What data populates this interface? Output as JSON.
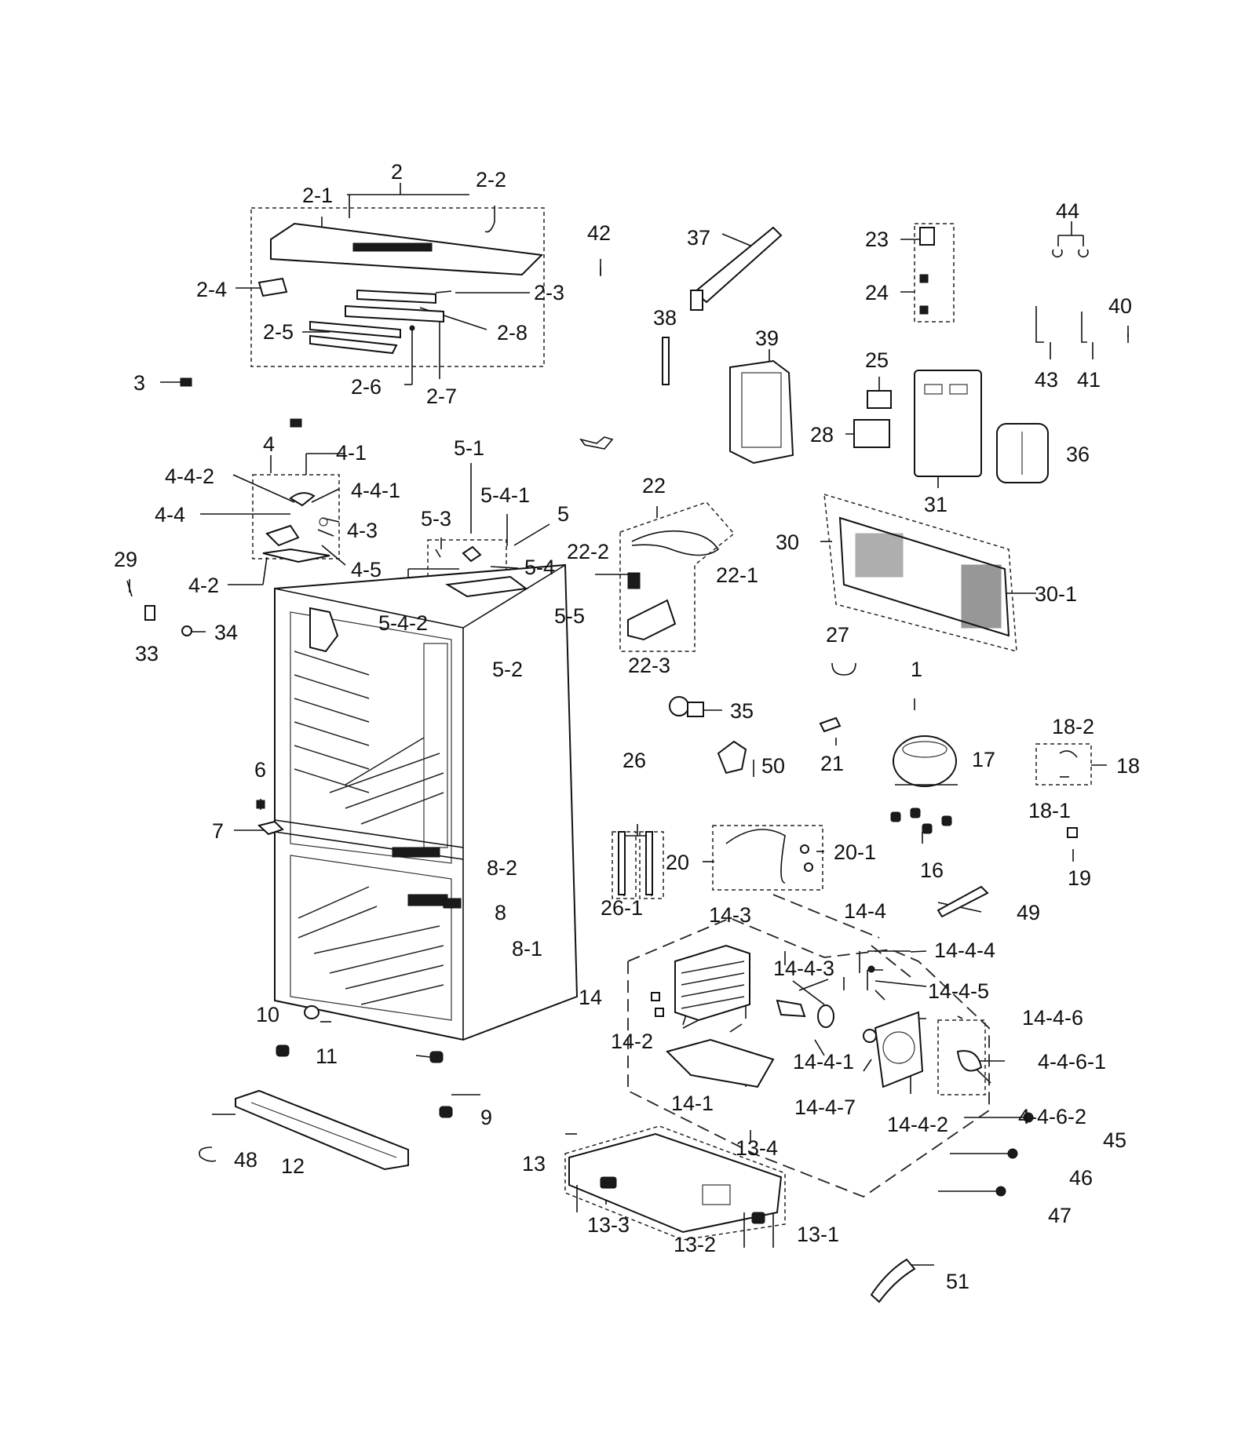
{
  "labels": [
    {
      "id": "2",
      "text": "2"
    },
    {
      "id": "2-1",
      "text": "2-1"
    },
    {
      "id": "2-2",
      "text": "2-2"
    },
    {
      "id": "2-3",
      "text": "2-3"
    },
    {
      "id": "2-4",
      "text": "2-4"
    },
    {
      "id": "2-5",
      "text": "2-5"
    },
    {
      "id": "2-6",
      "text": "2-6"
    },
    {
      "id": "2-7",
      "text": "2-7"
    },
    {
      "id": "2-8",
      "text": "2-8"
    },
    {
      "id": "3",
      "text": "3"
    },
    {
      "id": "42",
      "text": "42"
    },
    {
      "id": "37",
      "text": "37"
    },
    {
      "id": "38",
      "text": "38"
    },
    {
      "id": "39",
      "text": "39"
    },
    {
      "id": "23",
      "text": "23"
    },
    {
      "id": "24",
      "text": "24"
    },
    {
      "id": "25",
      "text": "25"
    },
    {
      "id": "28",
      "text": "28"
    },
    {
      "id": "31",
      "text": "31"
    },
    {
      "id": "36",
      "text": "36"
    },
    {
      "id": "44",
      "text": "44"
    },
    {
      "id": "43",
      "text": "43"
    },
    {
      "id": "41",
      "text": "41"
    },
    {
      "id": "40",
      "text": "40"
    },
    {
      "id": "4",
      "text": "4"
    },
    {
      "id": "4-1",
      "text": "4-1"
    },
    {
      "id": "4-4-2",
      "text": "4-4-2"
    },
    {
      "id": "4-4-1",
      "text": "4-4-1"
    },
    {
      "id": "4-4",
      "text": "4-4"
    },
    {
      "id": "4-3",
      "text": "4-3"
    },
    {
      "id": "4-5",
      "text": "4-5"
    },
    {
      "id": "4-2",
      "text": "4-2"
    },
    {
      "id": "29",
      "text": "29"
    },
    {
      "id": "33",
      "text": "33"
    },
    {
      "id": "34",
      "text": "34"
    },
    {
      "id": "5-1",
      "text": "5-1"
    },
    {
      "id": "5-4-1",
      "text": "5-4-1"
    },
    {
      "id": "5",
      "text": "5"
    },
    {
      "id": "5-3",
      "text": "5-3"
    },
    {
      "id": "5-4",
      "text": "5-4"
    },
    {
      "id": "5-4-2",
      "text": "5-4-2"
    },
    {
      "id": "5-5",
      "text": "5-5"
    },
    {
      "id": "5-2",
      "text": "5-2"
    },
    {
      "id": "22",
      "text": "22"
    },
    {
      "id": "22-2",
      "text": "22-2"
    },
    {
      "id": "22-1",
      "text": "22-1"
    },
    {
      "id": "22-3",
      "text": "22-3"
    },
    {
      "id": "30",
      "text": "30"
    },
    {
      "id": "30-1",
      "text": "30-1"
    },
    {
      "id": "27",
      "text": "27"
    },
    {
      "id": "1",
      "text": "1"
    },
    {
      "id": "35",
      "text": "35"
    },
    {
      "id": "21",
      "text": "21"
    },
    {
      "id": "17",
      "text": "17"
    },
    {
      "id": "18-2",
      "text": "18-2"
    },
    {
      "id": "18",
      "text": "18"
    },
    {
      "id": "18-1",
      "text": "18-1"
    },
    {
      "id": "50",
      "text": "50"
    },
    {
      "id": "26",
      "text": "26"
    },
    {
      "id": "16",
      "text": "16"
    },
    {
      "id": "19",
      "text": "19"
    },
    {
      "id": "6",
      "text": "6"
    },
    {
      "id": "7",
      "text": "7"
    },
    {
      "id": "20",
      "text": "20"
    },
    {
      "id": "20-1",
      "text": "20-1"
    },
    {
      "id": "26-1",
      "text": "26-1"
    },
    {
      "id": "8-2",
      "text": "8-2"
    },
    {
      "id": "8",
      "text": "8"
    },
    {
      "id": "14-4",
      "text": "14-4"
    },
    {
      "id": "49",
      "text": "49"
    },
    {
      "id": "14-3",
      "text": "14-3"
    },
    {
      "id": "8-1",
      "text": "8-1"
    },
    {
      "id": "14-4-4",
      "text": "14-4-4"
    },
    {
      "id": "14-4-3",
      "text": "14-4-3"
    },
    {
      "id": "14",
      "text": "14"
    },
    {
      "id": "14-4-5",
      "text": "14-4-5"
    },
    {
      "id": "10",
      "text": "10"
    },
    {
      "id": "14-2",
      "text": "14-2"
    },
    {
      "id": "14-4-6",
      "text": "14-4-6"
    },
    {
      "id": "11",
      "text": "11"
    },
    {
      "id": "14-4-1",
      "text": "14-4-1"
    },
    {
      "id": "4-4-6-1",
      "text": "4-4-6-1"
    },
    {
      "id": "14-1",
      "text": "14-1"
    },
    {
      "id": "9",
      "text": "9"
    },
    {
      "id": "14-4-7",
      "text": "14-4-7"
    },
    {
      "id": "4-4-6-2",
      "text": "4-4-6-2"
    },
    {
      "id": "14-4-2",
      "text": "14-4-2"
    },
    {
      "id": "45",
      "text": "45"
    },
    {
      "id": "13-4",
      "text": "13-4"
    },
    {
      "id": "48",
      "text": "48"
    },
    {
      "id": "12",
      "text": "12"
    },
    {
      "id": "13",
      "text": "13"
    },
    {
      "id": "46",
      "text": "46"
    },
    {
      "id": "47",
      "text": "47"
    },
    {
      "id": "13-3",
      "text": "13-3"
    },
    {
      "id": "13-1",
      "text": "13-1"
    },
    {
      "id": "13-2",
      "text": "13-2"
    },
    {
      "id": "51",
      "text": "51"
    }
  ]
}
